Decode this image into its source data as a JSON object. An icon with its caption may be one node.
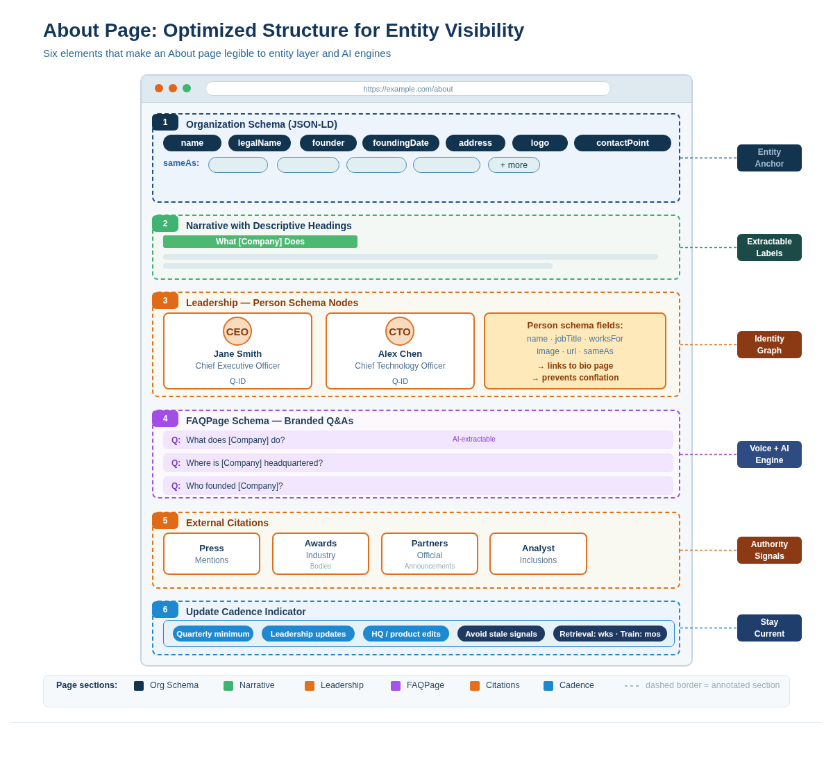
{
  "diagram": {
    "title": "About Page: Optimized Structure for Entity Visibility",
    "nodes": [
      {
        "text": [],
        "shape": "box"
      },
      {
        "text": [
          "https://example.com/about"
        ],
        "in": 0
      },
      {
        "text": [
          "Organization Schema (JSON-LD)",
          "sameAs:"
        ],
        "in": 0
      },
      {
        "text": [
          "1"
        ],
        "in": 2
      },
      {
        "text": [
          "name"
        ],
        "in": 2
      },
      {
        "text": [
          "legalName"
        ],
        "in": 2
      },
      {
        "text": [
          "founder"
        ],
        "in": 2
      },
      {
        "text": [
          "foundingDate"
        ],
        "in": 2
      },
      {
        "text": [
          "address"
        ],
        "in": 2
      },
      {
        "text": [
          "logo"
        ],
        "in": 2
      },
      {
        "text": [
          "contactPoint"
        ],
        "in": 2
      },
      {
        "text": [],
        "shape": "box",
        "in": 2
      },
      {
        "text": [],
        "shape": "box",
        "in": 2
      },
      {
        "text": [],
        "shape": "box",
        "in": 2
      },
      {
        "text": [],
        "shape": "box",
        "in": 2
      },
      {
        "text": [
          "+ more"
        ],
        "in": 2
      },
      {
        "text": [
          "Narrative with Descriptive Headings"
        ],
        "in": 0
      },
      {
        "text": [
          "2"
        ],
        "in": 16
      },
      {
        "text": [
          "What [Company] Does"
        ],
        "in": 16
      },
      {
        "text": [
          "Leadership — Person Schema Nodes"
        ],
        "in": 0
      },
      {
        "text": [
          "3"
        ],
        "in": 19
      },
      {
        "text": [
          "Jane Smith",
          "Chief Executive Officer",
          "Q-ID"
        ],
        "in": 19
      },
      {
        "text": [
          "CEO"
        ],
        "in": 21
      },
      {
        "text": [
          "Alex Chen",
          "Chief Technology Officer",
          "Q-ID"
        ],
        "in": 19
      },
      {
        "text": [
          "CTO"
        ],
        "in": 23
      },
      {
        "text": [
          "Person schema fields:",
          "name · jobTitle · worksFor",
          "image · url · sameAs",
          "→ links to bio page",
          "→ prevents conflation"
        ],
        "in": 19
      },
      {
        "text": [
          "FAQPage Schema — Branded Q&As"
        ],
        "in": 0
      },
      {
        "text": [
          "4"
        ],
        "in": 26
      },
      {
        "text": [
          "Q:",
          "What does [Company] do?",
          "AI-extractable"
        ],
        "in": 26
      },
      {
        "text": [
          "Q:",
          "Where is [Company] headquartered?"
        ],
        "in": 26
      },
      {
        "text": [
          "Q:",
          "Who founded [Company]?"
        ],
        "in": 26
      },
      {
        "text": [
          "External Citations"
        ],
        "in": 0
      },
      {
        "text": [
          "5"
        ],
        "in": 31
      },
      {
        "text": [
          "Press",
          "Mentions"
        ],
        "in": 31
      },
      {
        "text": [
          "Awards",
          "Industry",
          "Bodies"
        ],
        "in": 31
      },
      {
        "text": [
          "Partners",
          "Official",
          "Announcements"
        ],
        "in": 31
      },
      {
        "text": [
          "Analyst",
          "Inclusions"
        ],
        "in": 31
      },
      {
        "text": [
          "Update Cadence Indicator"
        ],
        "in": 0
      },
      {
        "text": [
          "6"
        ],
        "in": 37
      },
      {
        "text": [],
        "shape": "box",
        "in": 37
      },
      {
        "text": [
          "Quarterly minimum"
        ],
        "in": 39
      },
      {
        "text": [
          "Leadership updates"
        ],
        "in": 39
      },
      {
        "text": [
          "HQ / product edits"
        ],
        "in": 39
      },
      {
        "text": [
          "Avoid stale signals"
        ],
        "in": 39
      },
      {
        "text": [
          "Retrieval: wks · Train: mos"
        ],
        "in": 39
      },
      {
        "text": [
          "Entity Anchor"
        ]
      },
      {
        "text": [
          "Extractable Labels"
        ]
      },
      {
        "text": [
          "Identity Graph"
        ]
      },
      {
        "text": [
          "Voice + AI Engine"
        ]
      },
      {
        "text": [
          "Authority Signals"
        ]
      },
      {
        "text": [
          "Stay Current"
        ]
      }
    ],
    "edges": [
      {
        "from": 2,
        "to": 45,
        "arrow": "none",
        "style": "dashed",
        "color": "#1f5f9e"
      },
      {
        "from": 16,
        "to": 46,
        "arrow": "none",
        "style": "dashed",
        "color": "#3aa866"
      },
      {
        "from": 19,
        "to": 47,
        "arrow": "none",
        "style": "dashed",
        "color": "#e07020"
      },
      {
        "from": 26,
        "to": 48,
        "arrow": "none",
        "style": "dashed",
        "color": "#a64ee8"
      },
      {
        "from": 31,
        "to": 49,
        "arrow": "none",
        "style": "dashed",
        "color": "#e07020"
      },
      {
        "from": 37,
        "to": 50,
        "arrow": "none",
        "style": "dashed",
        "color": "#1e88cf"
      }
    ],
    "labels": [
      "Six elements that make an About page legible to entity layer and AI engines",
      "Page sections:"
    ],
    "legend": [
      {
        "text": "Org Schema",
        "color": "#12344f"
      },
      {
        "text": "Narrative",
        "color": "#3fb472"
      },
      {
        "text": "Leadership",
        "color": "#e2701c"
      },
      {
        "text": "FAQPage",
        "color": "#a352ee"
      },
      {
        "text": "Citations",
        "color": "#e2701c"
      },
      {
        "text": "Cadence",
        "color": "#1e88cf"
      },
      {
        "text": "dashed border = annotated section"
      }
    ]
  }
}
